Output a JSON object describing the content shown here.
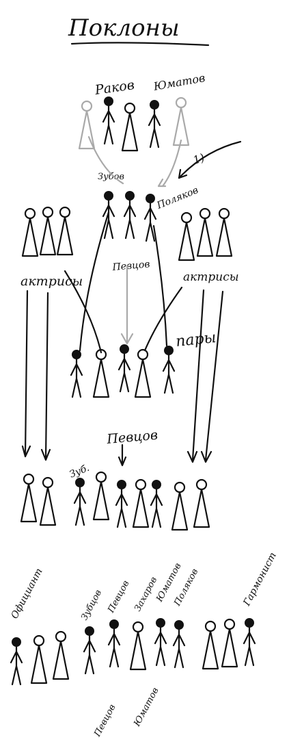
{
  "title": "Поклоны",
  "labels": {
    "rakov": "Раков",
    "yumatov": "Юматов",
    "number_one": "1)",
    "zubov": "Зубов",
    "polyakov": "Поляков",
    "pevtsov": "Певцов",
    "actresses_left": "актрисы",
    "actresses_right": "актрисы",
    "pary": "пары",
    "pevtsov_center": "Певцов",
    "zub": "Зуб.",
    "officiant": "Официант",
    "zubtsov": "Зубцов",
    "pevtsov_top": "Певцов",
    "zakharov": "Захаров",
    "yumatov_bottom": "Юматов",
    "polyakov_bottom": "Поляков",
    "garmonist": "Гармонист",
    "pevtsov_bottom": "Певцов",
    "yumatov_lower": "Юматов"
  },
  "colors": {
    "ink": "#111111",
    "pencil": "#a9a9a9",
    "paper": "#ffffff"
  }
}
